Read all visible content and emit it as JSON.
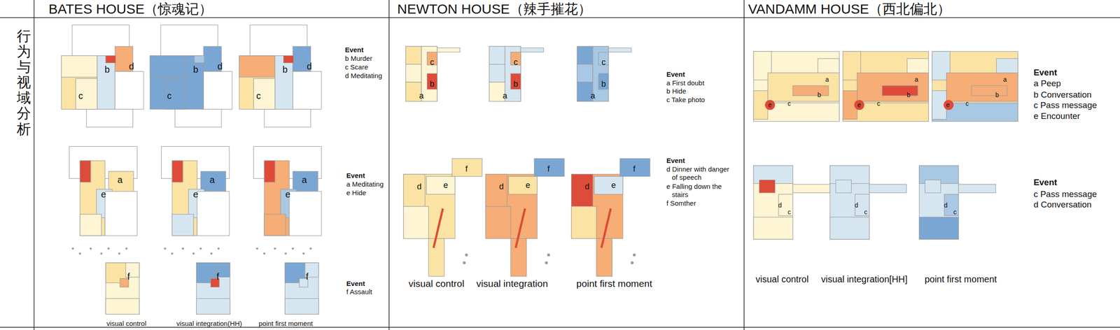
{
  "diagram": {
    "nodes": [
      {
        "text": [
          "BATES HOUSE（惊魂记）"
        ]
      },
      {
        "text": [
          "NEWTON HOUSE（辣手摧花）"
        ]
      },
      {
        "text": [
          "VANDAMM HOUSE（西北偏北）"
        ]
      },
      {
        "text": [
          "行为与视域分析"
        ]
      }
    ],
    "labels": [
      "b",
      "d",
      "c",
      "b",
      "d",
      "c",
      "b",
      "d",
      "c",
      "Event",
      "b Murder",
      "c Scare",
      "d Meditating",
      "a",
      "e",
      "a",
      "e",
      "a",
      "e",
      "Event",
      "a Meditating",
      "e Hide",
      "f",
      "f",
      "f",
      "Event",
      "f Assault",
      "visual control",
      "visual integration(HH)",
      "point first moment",
      "c",
      "b",
      "a",
      "c",
      "b",
      "a",
      "c",
      "b",
      "a",
      "Event",
      "a First doubt",
      "b Hide",
      "c Take photo",
      "d",
      "e",
      "f",
      "d",
      "e",
      "f",
      "d",
      "e",
      "f",
      "Event",
      "d Dinner with danger of speech",
      "e Falling down the stairs",
      "f Somther",
      "visual control",
      "visual integration",
      "point first moment",
      "a",
      "b",
      "c",
      "e",
      "a",
      "b",
      "c",
      "e",
      "a",
      "b",
      "c",
      "e",
      "Event",
      "a Peep",
      "b Conversation",
      "c Pass message",
      "e Encounter",
      "d",
      "c",
      "d",
      "c",
      "d",
      "c",
      "Event",
      "c Pass message",
      "d Conversation",
      "visual control",
      "visual integration[HH]",
      "point first moment"
    ]
  }
}
